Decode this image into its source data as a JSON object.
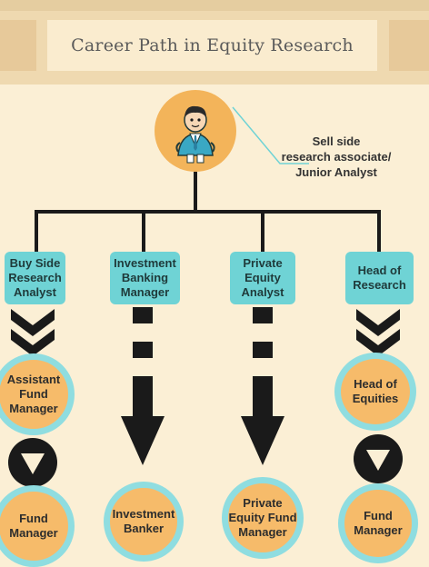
{
  "title": "Career Path in Equity Research",
  "root": {
    "avatar_icon": "businessman-icon",
    "callout_lines": [
      "Sell side",
      "research associate/",
      "Junior Analyst"
    ]
  },
  "columns": [
    {
      "role": "Buy Side\nResearch\nAnalyst",
      "connector": "chevron-arrows",
      "mid": "Assistant\nFund\nManager",
      "mid_connector": "down-triangle-circle",
      "end": "Fund\nManager"
    },
    {
      "role": "Investment\nBanking\nManager",
      "connector": "dashed-arrow",
      "end": "Investment\nBanker"
    },
    {
      "role": "Private\nEquity\nAnalyst",
      "connector": "dashed-arrow",
      "end": "Private\nEquity Fund\nManager"
    },
    {
      "role": "Head of\nResearch",
      "connector": "chevron-arrows",
      "mid": "Head of\nEquities",
      "mid_connector": "down-triangle-circle",
      "end": "Fund\nManager"
    }
  ],
  "colors": {
    "background": "#fbefd5",
    "header_band": "#efd9b0",
    "role_box": "#6fd3d5",
    "circle_fill": "#f6bb6a",
    "circle_ring": "#8fdde0",
    "end_fill": "#f6bb6a",
    "connector": "#1a1a1a"
  }
}
